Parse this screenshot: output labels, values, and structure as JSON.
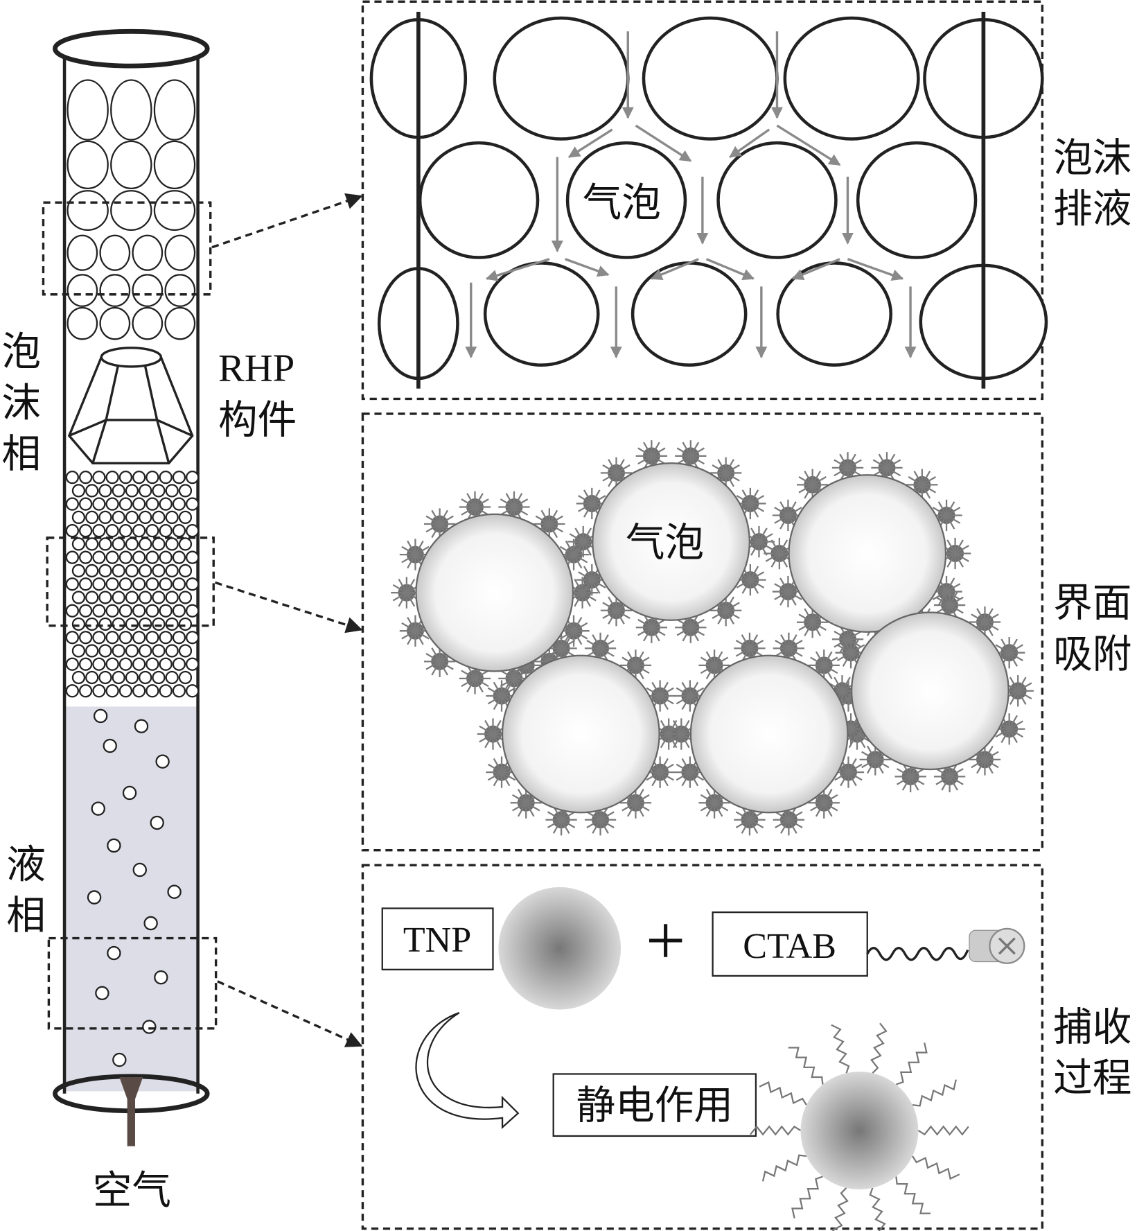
{
  "column": {
    "foam_phase_label": [
      "泡",
      "沫",
      "相"
    ],
    "liquid_phase_label": [
      "液",
      "相"
    ],
    "rhp_label": [
      "RHP",
      "构件"
    ],
    "air_label": "空气"
  },
  "panels": [
    {
      "side_label": [
        "泡沫",
        "排液"
      ],
      "bubble_label": "气泡"
    },
    {
      "side_label": [
        "界面",
        "吸附"
      ],
      "bubble_label": "气泡"
    },
    {
      "side_label": [
        "捕收",
        "过程"
      ],
      "tnp_label": "TNP",
      "ctab_label": "CTAB",
      "plus": "+",
      "process_label": "静电作用"
    }
  ],
  "colors": {
    "liquid": "#dddde8",
    "line": "#222222",
    "arrow_gray": "#8a8a8a",
    "micelle": "#6e6e6e"
  }
}
